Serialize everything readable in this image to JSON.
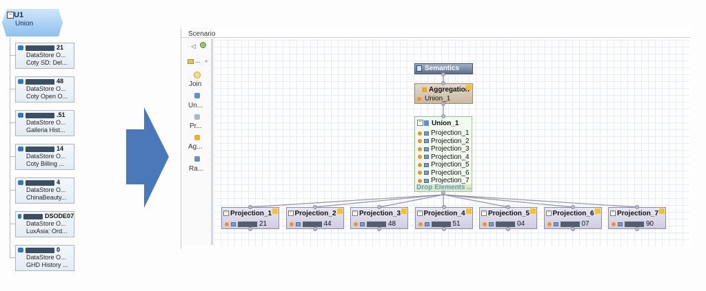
{
  "source_tree": {
    "root": {
      "title": "U1",
      "subtitle": "Union"
    },
    "datastores": [
      {
        "id_visible": "21",
        "type": "DataStore O...",
        "desc": "Coty SD: Del..."
      },
      {
        "id_visible": "48",
        "type": "DataStore O...",
        "desc": "Coty Open O..."
      },
      {
        "id_visible": ".51",
        "type": "DataStore O...",
        "desc": "Galleria Hist..."
      },
      {
        "id_visible": "14",
        "type": "DataStore O...",
        "desc": "Coty Billing ..."
      },
      {
        "id_visible": "4",
        "type": "DataStore O...",
        "desc": "ChinaBeauty..."
      },
      {
        "id_visible": "DSODE07",
        "type": "DataStore O...",
        "desc": "LuxAsia: Ord..."
      },
      {
        "id_visible": "0",
        "type": "DataStore O...",
        "desc": "GHD History ..."
      }
    ]
  },
  "editor": {
    "title": "Scenario",
    "palette": [
      "Join",
      "Un...",
      "Pr...",
      "Ag...",
      "Ra..."
    ],
    "palette_tool": "..."
  },
  "diagram": {
    "semantics": "Semantics",
    "aggregation": {
      "title": "Aggregation",
      "input": "Union_1"
    },
    "union": {
      "title": "Union_1",
      "inputs": [
        "Projection_1",
        "Projection_2",
        "Projection_3",
        "Projection_4",
        "Projection_5",
        "Projection_6",
        "Projection_7"
      ],
      "drop_label": "Drop Elements ..."
    },
    "projections": [
      {
        "title": "Projection_1",
        "source_suffix": "21"
      },
      {
        "title": "Projection_2",
        "source_suffix": "44"
      },
      {
        "title": "Projection_3",
        "source_suffix": "48"
      },
      {
        "title": "Projection_4",
        "source_suffix": "51"
      },
      {
        "title": "Projection_5",
        "source_suffix": "04"
      },
      {
        "title": "Projection_6",
        "source_suffix": "07"
      },
      {
        "title": "Projection_7",
        "source_suffix": "90"
      }
    ]
  },
  "colors": {
    "arrow": "#4a78b8",
    "union_fill": "#f3faef",
    "aggregation_fill": "#d8ccbb",
    "projection_fill": "#dcd9e9",
    "grid": "#e7edf6"
  }
}
